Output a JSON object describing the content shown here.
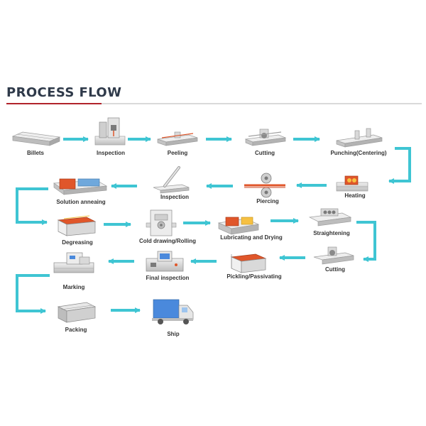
{
  "title": "PROCESS FLOW",
  "colors": {
    "title": "#2f3a4a",
    "accent_underline": "#b1232b",
    "arrow": "#3fc5d3",
    "machine": "#d4d4d4",
    "material_hot": "#e0562a",
    "truck_cargo": "#4a89dc"
  },
  "steps": [
    {
      "id": "billets",
      "label": "Billets",
      "icon": "billets-icon"
    },
    {
      "id": "inspection",
      "label": "Inspection",
      "icon": "inspection-machine-icon"
    },
    {
      "id": "peeling",
      "label": "Peeling",
      "icon": "peeling-machine-icon"
    },
    {
      "id": "cutting",
      "label": "Cutting",
      "icon": "cutting-machine-icon"
    },
    {
      "id": "punching",
      "label": "Punching(Centering)",
      "icon": "punching-machine-icon"
    },
    {
      "id": "heating",
      "label": "Heating",
      "icon": "heating-furnace-icon"
    },
    {
      "id": "piercing",
      "label": "Piercing",
      "icon": "piercing-rolls-icon"
    },
    {
      "id": "inspection-2",
      "label": "Inspection",
      "icon": "inspection-probe-icon"
    },
    {
      "id": "solution-annealing",
      "label": "Solution anneaing",
      "icon": "annealing-furnace-icon"
    },
    {
      "id": "degreasing",
      "label": "Degreasing",
      "icon": "degreasing-tank-icon"
    },
    {
      "id": "cold-drawing",
      "label": "Cold drawing/Rolling",
      "icon": "cold-drawing-machine-icon"
    },
    {
      "id": "lubricating",
      "label": "Lubricating and Drying",
      "icon": "lubricating-tank-icon"
    },
    {
      "id": "straightening",
      "label": "Straightening",
      "icon": "straightening-machine-icon"
    },
    {
      "id": "cutting-2",
      "label": "Cutting",
      "icon": "cutting-saw-icon"
    },
    {
      "id": "pickling",
      "label": "Pickling/Passivating",
      "icon": "pickling-tank-icon"
    },
    {
      "id": "final-inspection",
      "label": "Final inspection",
      "icon": "final-inspection-console-icon"
    },
    {
      "id": "marking",
      "label": "Marking",
      "icon": "marking-machine-icon"
    },
    {
      "id": "packing",
      "label": "Packing",
      "icon": "packing-bundle-icon"
    },
    {
      "id": "ship",
      "label": "Ship",
      "icon": "truck-icon"
    }
  ]
}
